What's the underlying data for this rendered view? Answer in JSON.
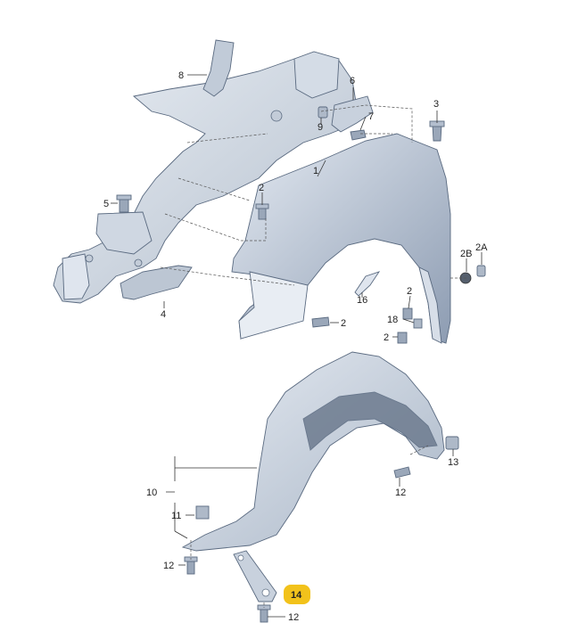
{
  "diagram": {
    "highlight_color": "#f2c21b",
    "part_color": "#b9c4d3",
    "callouts": {
      "c8": "8",
      "c6": "6",
      "c9": "9",
      "c7": "7",
      "c3": "3",
      "c1": "1",
      "c5": "5",
      "c2a": "2",
      "c2b": "2",
      "c2c": "2",
      "c2d": "2",
      "c2_2b": "2B",
      "c2_2a": "2A",
      "c16": "16",
      "c18": "18",
      "c4": "4",
      "c13": "13",
      "c10": "10",
      "c11": "11",
      "c12a": "12",
      "c12b": "12",
      "c12c": "12",
      "c14": "14"
    }
  }
}
